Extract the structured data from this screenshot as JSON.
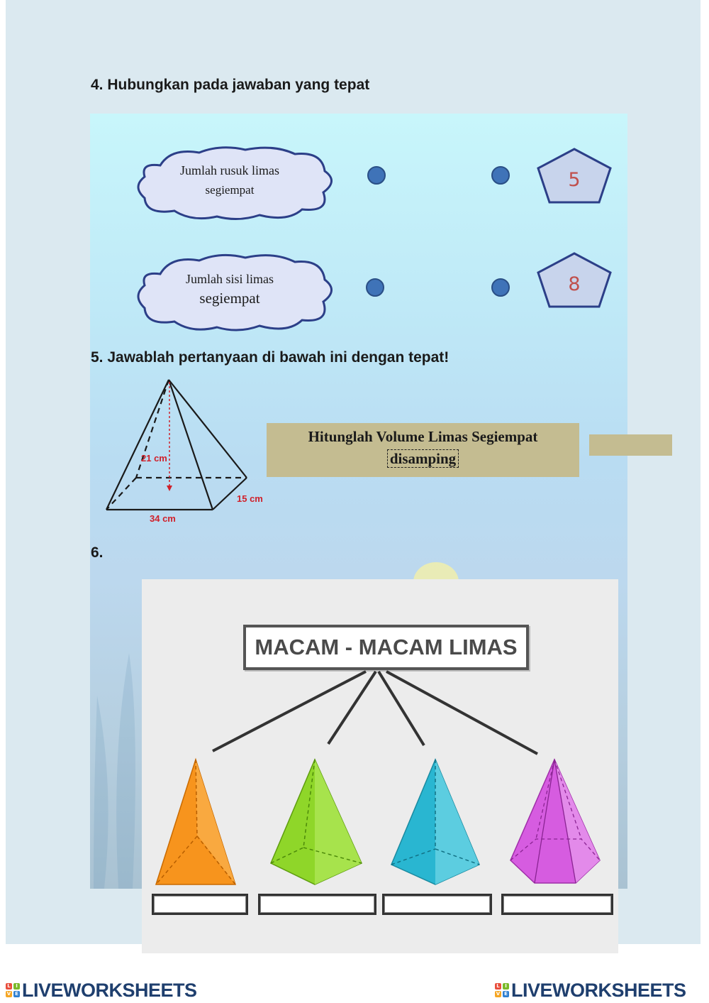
{
  "q4": {
    "title": "4.  Hubungkan pada jawaban yang tepat",
    "left_items": [
      {
        "line1": "Jumlah rusuk limas",
        "line2": "segiempat"
      },
      {
        "line1": "Jumlah sisi limas",
        "line2": "segiempat"
      }
    ],
    "right_items": [
      "5",
      "8"
    ]
  },
  "q5": {
    "title": "5.  Jawablah pertanyaan di bawah ini dengan tepat!",
    "figure_labels": {
      "height": "21 cm",
      "width": "15 cm",
      "length": "34 cm"
    },
    "task_line1": "Hitunglah Volume Limas Segiempat",
    "task_line2": "disamping"
  },
  "q6": {
    "title": "6.",
    "diagram_title": "MACAM - MACAM LIMAS",
    "pyramid_colors": [
      "#f7941d",
      "#8fd629",
      "#29b6d1",
      "#d65ce0"
    ]
  },
  "footer": {
    "brand": "LIVEWORKSHEETS",
    "logo_letters": [
      "L",
      "I",
      "V",
      "E"
    ],
    "logo_colors": [
      "#e94e3c",
      "#7ab929",
      "#f5a623",
      "#2f7fd1"
    ]
  },
  "colors": {
    "dot": "#3f73b8",
    "pentagon_fill": "#c8d4ec",
    "cloud_fill": "#dfe4f7",
    "task_box": "#c4bc91"
  }
}
